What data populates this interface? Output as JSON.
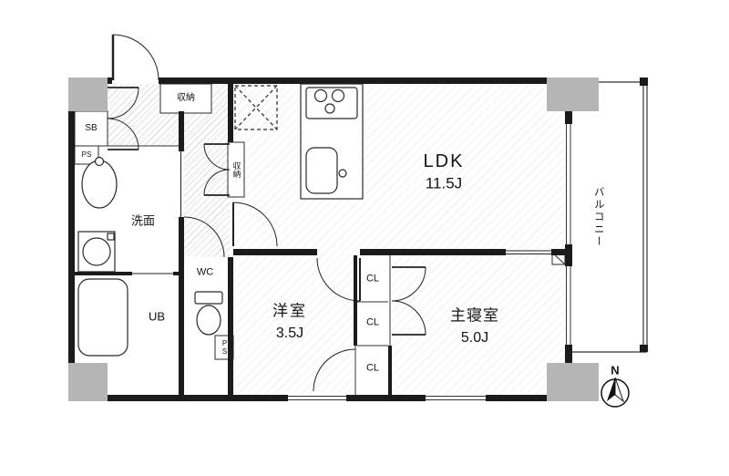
{
  "floorplan": {
    "rooms": {
      "ldk": {
        "name": "LDK",
        "size": "11.5J"
      },
      "western_room": {
        "name": "洋室",
        "size": "3.5J"
      },
      "master_bedroom": {
        "name": "主寝室",
        "size": "5.0J"
      },
      "washroom": {
        "name": "洗面"
      },
      "wc": {
        "name": "WC"
      },
      "unit_bath": {
        "name": "UB"
      },
      "balcony": {
        "name": "バルコニー"
      }
    },
    "storage": {
      "shoe_box": "SB",
      "pipe_space_top": "PS",
      "pipe_space_wc": "PS",
      "entry_closet": "収納",
      "hall_closet": "収納",
      "closet_1": "CL",
      "closet_2": "CL",
      "closet_3": "CL"
    },
    "compass": {
      "north": "N"
    },
    "colors": {
      "wall": "#1b1b1b",
      "column": "#b5b5b5",
      "hatch_light": "#e3e3e3",
      "hatch_dense": "#c9c9c9"
    }
  }
}
